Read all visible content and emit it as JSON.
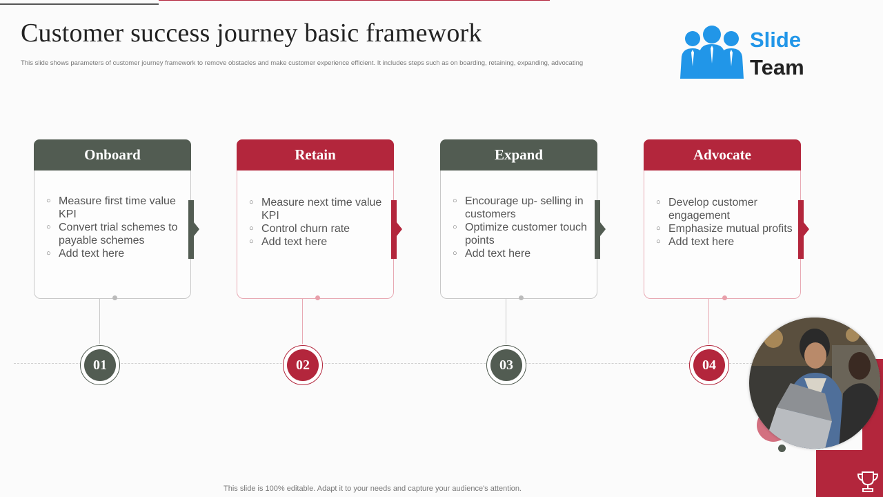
{
  "header": {
    "title": "Customer success journey basic framework",
    "subtitle": "This slide shows parameters of customer journey framework to remove obstacles and make  customer experience efficient. It includes steps such as on boarding, retaining, expanding, advocating"
  },
  "logo": {
    "line1": "Slide",
    "line2": "Team"
  },
  "steps": [
    {
      "title": "Onboard",
      "number": "01",
      "items": [
        "Measure first time value KPI",
        "Convert trial schemes to payable schemes",
        "Add text here"
      ]
    },
    {
      "title": "Retain",
      "number": "02",
      "items": [
        "Measure next time value KPI",
        "Control churn rate",
        "Add text here"
      ]
    },
    {
      "title": "Expand",
      "number": "03",
      "items": [
        "Encourage up- selling in customers",
        "Optimize customer touch points",
        "Add text here"
      ]
    },
    {
      "title": "Advocate",
      "number": "04",
      "items": [
        "Develop customer engagement",
        "Emphasize mutual  profits",
        "Add text here"
      ]
    }
  ],
  "footer": "This slide is 100% editable. Adapt it to your needs and capture your audience's attention.",
  "colors": {
    "green": "#525c52",
    "red": "#b3263c",
    "brand_blue": "#2196e8"
  }
}
